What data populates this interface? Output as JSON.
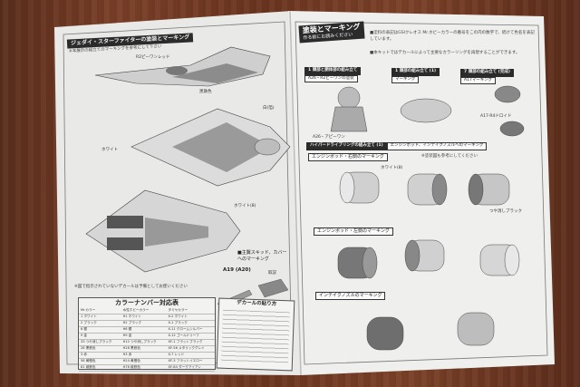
{
  "left_sheet": {
    "title": "ジェダイ・スターファイターの塗装とマーキング",
    "subtitle": "※本展示の組立てのマーキングを参考にして下さい",
    "callouts": [
      "R2ピーワンレッド",
      "黒鉄色",
      "ホワイト",
      "ホワイト(8)",
      "白(箔)"
    ],
    "skid_note": "■主翼スキッド、カバーへのマーキング",
    "part_label": "A19 (A20)",
    "side_label": "取説",
    "decal_note": "※図で指示されていないデカールは予備としてお使いください",
    "color_table": {
      "title": "カラーナンバー対応表",
      "columns": [
        "Mr.カラー",
        "水性ホビーカラー",
        "タミヤカラー"
      ],
      "rows": [
        [
          "1 ホワイト",
          "H1 ホワイト",
          "X-2 ホワイト"
        ],
        [
          "2 ブラック",
          "H2 ブラック",
          "X-1 ブラック"
        ],
        [
          "8 銀",
          "H8 銀",
          "X-11 クロームシルバー"
        ],
        [
          "9 金",
          "H9 金",
          "X-12 ゴールドリーフ"
        ],
        [
          "33 つや消しブラック",
          "H12 つや消しブラック",
          "XF-1 フラットブラック"
        ],
        [
          "28 黒鉄色",
          "H28 黒鉄色",
          "XF-56 メタリックグレイ"
        ],
        [
          "3 赤",
          "H3 赤",
          "X-7 レッド"
        ],
        [
          "58 黄橙色",
          "H24 黄橙色",
          "XF-3 フラットイエロー"
        ],
        [
          "61 焼鉄色",
          "H76 焼鉄色",
          "XF-84 ダークアイアン"
        ]
      ]
    },
    "decal_howto_title": "デカールの貼り方"
  },
  "right_sheet": {
    "title": "塗装とマーキング",
    "subtitle": "作る前にお読みください",
    "intro": "■塗料の表記はGSIクレオス Mr.ホビーカラーの番号をこの内の数字で、続けて色名を表記しています。",
    "note": "■本キットではデカールによって主要なカラーリングを再現することができます。",
    "steps": [
      {
        "label": "1 頭部と胴体部の組み立て",
        "tag": "A26・R2ピーワンの塗装"
      },
      {
        "label": "1 頭部の組み立て (1)",
        "tag": "マーキング"
      },
      {
        "label": "7 頭部の組み立て (完成)",
        "tag": "A17マーキング"
      }
    ],
    "figure_labels": [
      "A26・アピーワン",
      "A17-R4ドロイド"
    ],
    "hyperdrive_band": "ハイパードライブリングの組み立て (1)",
    "hyperdrive_tag": "エンジンポッド、インテイクノズルへのマーキング",
    "sections": [
      "エンジンポッド・右側のマーキング",
      "エンジンポッド・左側のマーキング",
      "インテイクノズルのマーキング"
    ],
    "section_note": "※塗装図も参考にしてください",
    "callouts": [
      "ホワイト(8)",
      "つや消しブラック"
    ]
  }
}
